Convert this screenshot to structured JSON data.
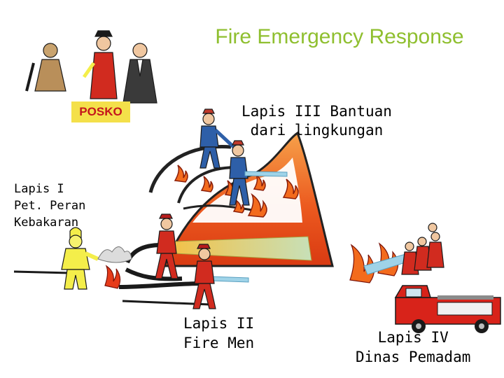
{
  "title": "Fire Emergency Response",
  "posko": "POSKO",
  "layers": {
    "l3": "Lapis III Bantuan\ndari lingkungan",
    "l1": "Lapis I\nPet. Peran\nKebakaran",
    "l2": "Lapis II\nFire Men",
    "l4": "Lapis IV\nDinas Pemadam"
  },
  "colors": {
    "title": "#8fbf2f",
    "posko_bg": "#f4e04a",
    "posko_text": "#c4161c",
    "flame": "#e8471c"
  }
}
